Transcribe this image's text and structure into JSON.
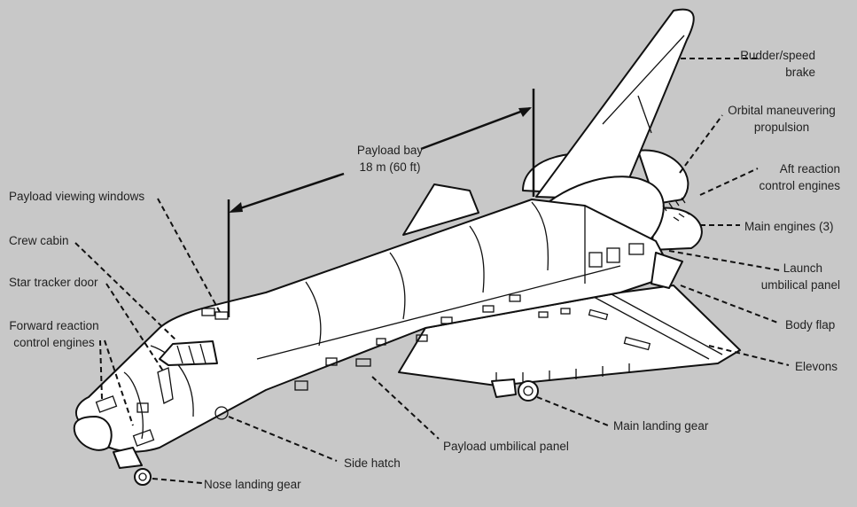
{
  "diagram": {
    "title": "Space Shuttle Orbiter",
    "background_color": "#c8c8c8",
    "dimension": {
      "label_line1": "Payload bay",
      "label_line2": "18 m (60 ft)"
    },
    "callouts": {
      "rudder": [
        "Rudder/speed",
        "brake"
      ],
      "oms": [
        "Orbital maneuvering",
        "propulsion"
      ],
      "aft_rcs": [
        "Aft reaction",
        "control engines"
      ],
      "main_engines": "Main engines (3)",
      "launch_umbilical": [
        "Launch",
        "umbilical panel"
      ],
      "body_flap": "Body flap",
      "elevons": "Elevons",
      "main_gear": "Main landing gear",
      "payload_umbilical": "Payload umbilical panel",
      "side_hatch": "Side hatch",
      "nose_gear": "Nose landing gear",
      "payload_windows": "Payload viewing windows",
      "crew_cabin": "Crew cabin",
      "star_tracker": "Star tracker door",
      "fwd_rcs": [
        "Forward reaction",
        "control engines"
      ]
    }
  }
}
